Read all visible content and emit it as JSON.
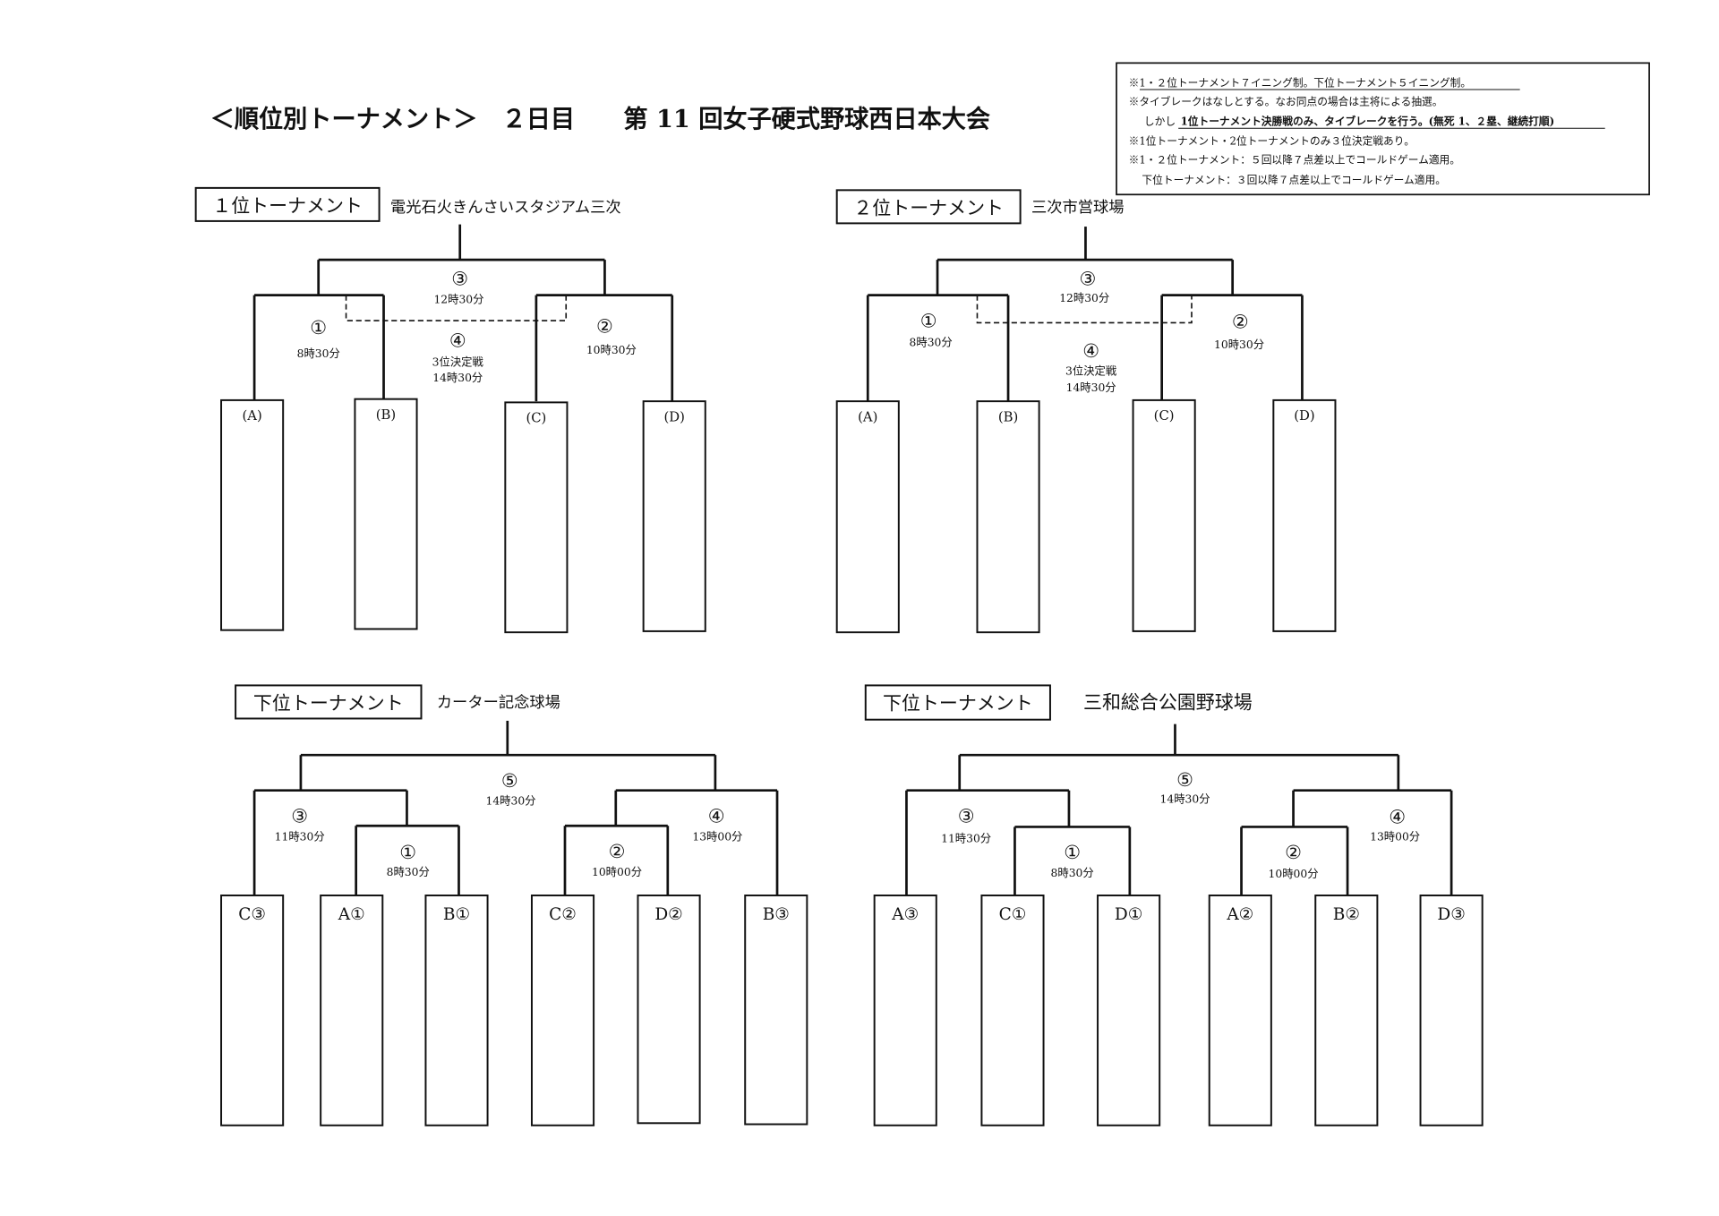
{
  "title": "＜順位別トーナメント＞　２日目　　第 11 回女子硬式野球西日本大会",
  "notes": {
    "line1": "※1・２位トーナメント７イニング制。下位トーナメント５イニング制。",
    "line2": "※タイブレークはなしとする。なお同点の場合は主将による抽選。",
    "line3_prefix": "しかし",
    "line3_bold": "1位トーナメント決勝戦のみ、タイブレークを行う。(無死 1、２塁、継続打順)",
    "line4": "※1位トーナメント・2位トーナメントのみ３位決定戦あり。",
    "line5": "※1・２位トーナメント：５回以降７点差以上でコールドゲーム適用。",
    "line6": "下位トーナメント：３回以降７点差以上でコールドゲーム適用。"
  },
  "brackets": [
    {
      "label": "１位トーナメント",
      "venue": "電光石火きんさいスタジアム三次",
      "games": [
        {
          "no": "③",
          "time": "12時30分"
        },
        {
          "no": "①",
          "time": "8時30分"
        },
        {
          "no": "④",
          "time": "14時30分",
          "sub": "3位決定戦"
        },
        {
          "no": "②",
          "time": "10時30分"
        }
      ],
      "slots": [
        "(A)",
        "(B)",
        "(C)",
        "(D)"
      ]
    },
    {
      "label": "２位トーナメント",
      "venue": "三次市営球場",
      "games": [
        {
          "no": "③",
          "time": "12時30分"
        },
        {
          "no": "①",
          "time": "8時30分"
        },
        {
          "no": "④",
          "time": "14時30分",
          "sub": "3位決定戦"
        },
        {
          "no": "②",
          "time": "10時30分"
        }
      ],
      "slots": [
        "(A)",
        "(B)",
        "(C)",
        "(D)"
      ]
    },
    {
      "label": "下位トーナメント",
      "venue": "カーター記念球場",
      "games": [
        {
          "no": "⑤",
          "time": "14時30分"
        },
        {
          "no": "③",
          "time": "11時30分"
        },
        {
          "no": "①",
          "time": "8時30分"
        },
        {
          "no": "②",
          "time": "10時00分"
        },
        {
          "no": "④",
          "time": "13時00分"
        }
      ],
      "slots": [
        "C③",
        "A①",
        "B①",
        "C②",
        "D②",
        "B③"
      ]
    },
    {
      "label": "下位トーナメント",
      "venue": "三和総合公園野球場",
      "games": [
        {
          "no": "⑤",
          "time": "14時30分"
        },
        {
          "no": "③",
          "time": "11時30分"
        },
        {
          "no": "①",
          "time": "8時30分"
        },
        {
          "no": "②",
          "time": "10時00分"
        },
        {
          "no": "④",
          "time": "13時00分"
        }
      ],
      "slots": [
        "A③",
        "C①",
        "D①",
        "A②",
        "B②",
        "D③"
      ]
    }
  ]
}
